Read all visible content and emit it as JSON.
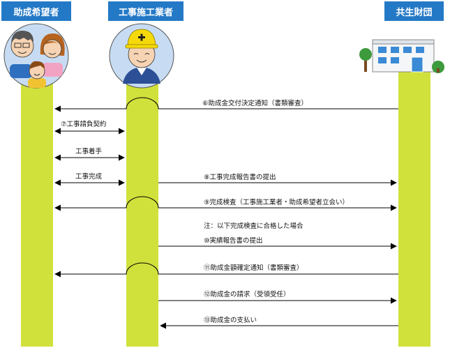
{
  "headers": {
    "applicant": "助成希望者",
    "contractor": "工事施工業者",
    "foundation": "共生財団"
  },
  "steps": {
    "s6": "⑥助成金交付決定通知（書類審査）",
    "s7": "⑦工事請負契約",
    "start": "工事着手",
    "complete": "工事完成",
    "s8": "⑧工事完成報告書の提出",
    "s9": "⑨完成検査（工事施工業者・助成希望者立会い）",
    "note": "注：以下完成検査に合格した場合",
    "s10": "⑩実績報告書の提出",
    "s11": "⑪助成金額確定通知（書類審査）",
    "s12": "⑫助成金の請求（受領受任）",
    "s13": "⑬助成金の支払い"
  },
  "colors": {
    "header_bg": "#2479c6",
    "lifeline": "#d0e13b",
    "avatar_bg": "#c7dcf3",
    "tree": "#3d9a3d"
  },
  "icons": {
    "applicant": "family-icon",
    "contractor": "worker-helmet-icon",
    "foundation": "office-building-icon"
  }
}
